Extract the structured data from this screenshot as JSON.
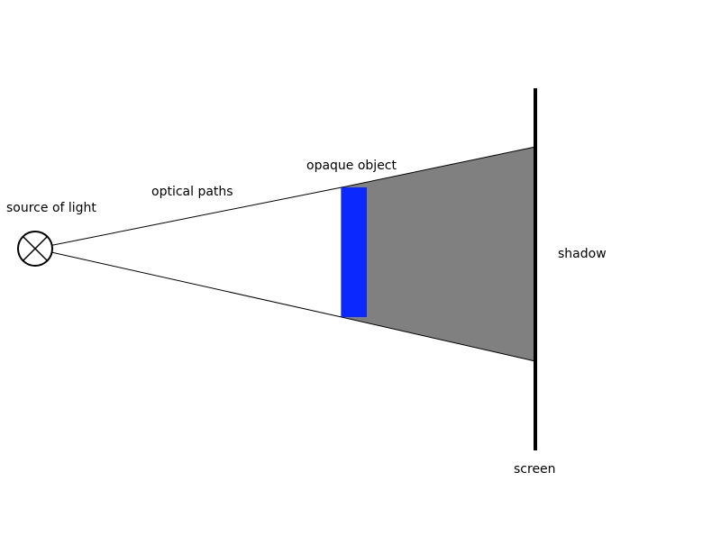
{
  "labels": {
    "source": "source of light",
    "paths": "optical paths",
    "object": "opaque object",
    "shadow": "shadow",
    "screen": "screen"
  },
  "colors": {
    "background": "#ffffff",
    "lines": "#000000",
    "object": "#0a28ff",
    "shadow": "#808080",
    "screen": "#000000"
  },
  "icons": {
    "source": "light-source-crossed-circle-icon"
  }
}
